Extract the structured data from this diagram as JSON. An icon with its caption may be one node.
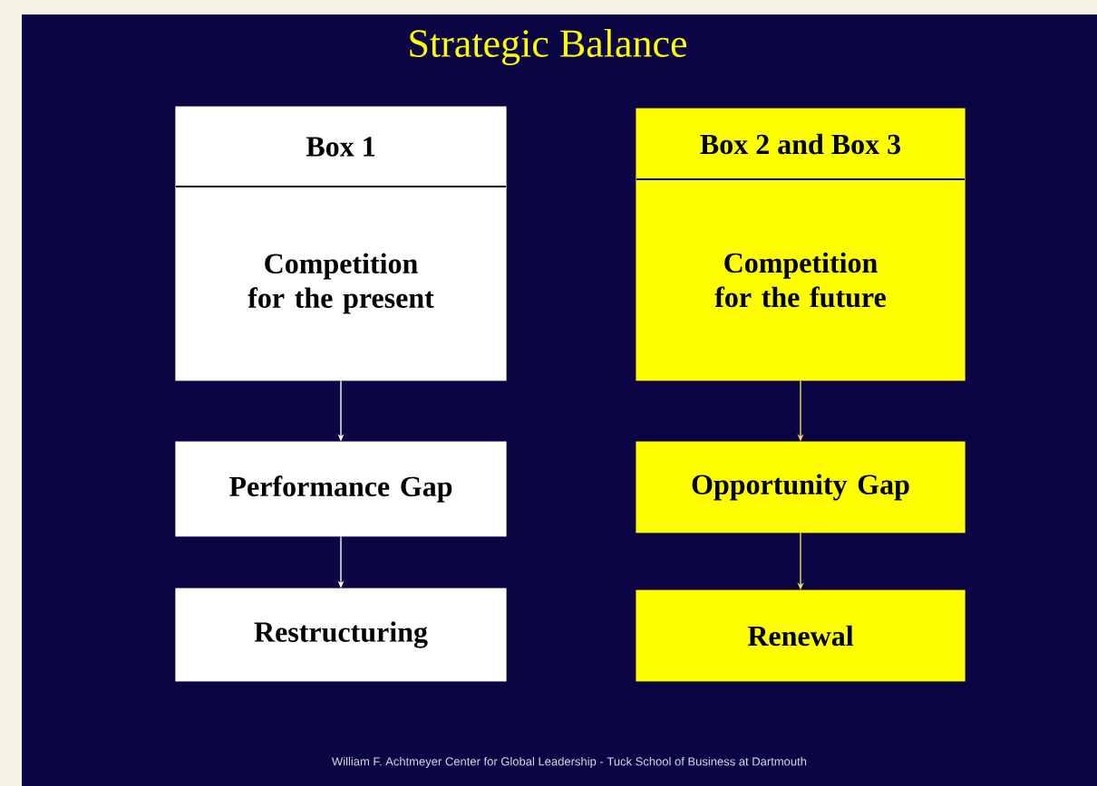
{
  "diagram": {
    "title": "Strategic Balance",
    "nodes": [
      {
        "text": [
          "Box 1",
          "Competition for the present"
        ]
      },
      {
        "text": [
          "Box 2 and Box 3",
          "Competition for the future"
        ]
      },
      {
        "text": [
          "Performance Gap"
        ]
      },
      {
        "text": [
          "Opportunity Gap"
        ]
      },
      {
        "text": [
          "Restructuring"
        ]
      },
      {
        "text": [
          "Renewal"
        ]
      }
    ],
    "edges": [
      {
        "from": 0,
        "to": 2,
        "arrow": "to",
        "color": "#ffffff"
      },
      {
        "from": 2,
        "to": 4,
        "arrow": "to",
        "color": "#ffffff"
      },
      {
        "from": 1,
        "to": 3,
        "arrow": "to",
        "color": "#e8e060"
      },
      {
        "from": 3,
        "to": 5,
        "arrow": "to",
        "color": "#e8e060"
      }
    ],
    "labels": [
      "William F. Achtmeyer Center for Global Leadership - Tuck School of Business at Dartmouth"
    ]
  }
}
